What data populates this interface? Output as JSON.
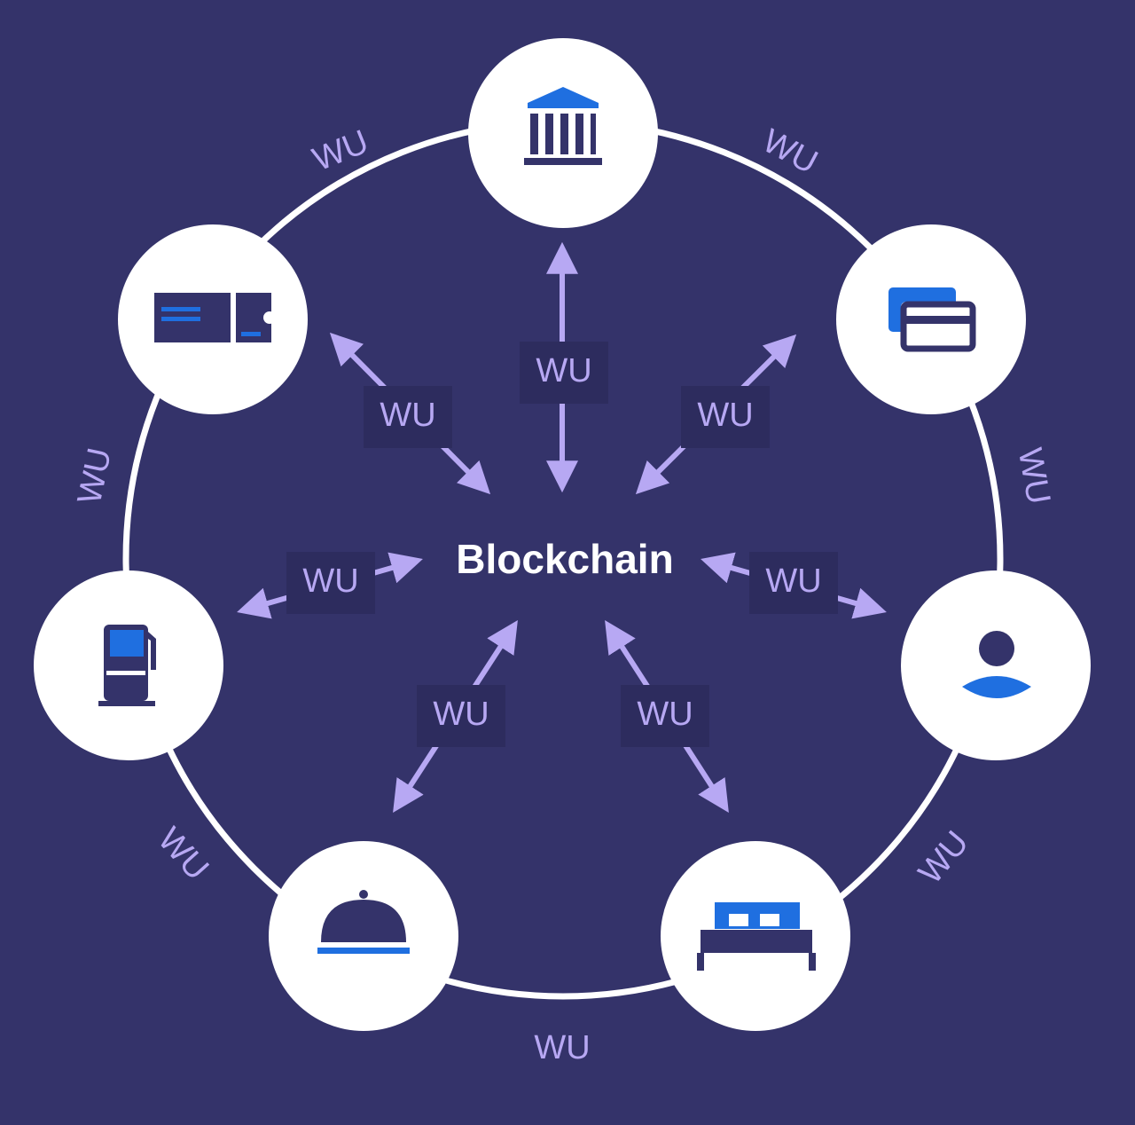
{
  "center_label": "Blockchain",
  "token_label": "WU",
  "nodes": [
    {
      "name": "bank",
      "icon": "bank-icon"
    },
    {
      "name": "credit-cards",
      "icon": "credit-cards-icon"
    },
    {
      "name": "user",
      "icon": "user-icon"
    },
    {
      "name": "hotel-bed",
      "icon": "bed-icon"
    },
    {
      "name": "restaurant",
      "icon": "cloche-icon"
    },
    {
      "name": "fuel-station",
      "icon": "fuel-pump-icon"
    },
    {
      "name": "ticket",
      "icon": "ticket-icon"
    }
  ],
  "colors": {
    "background": "#34336a",
    "ring": "#ffffff",
    "node_fill": "#ffffff",
    "arrow": "#b7a8f3",
    "label_box": "#2d2c5e",
    "icon_dark": "#34336a",
    "icon_accent": "#1f6fe0",
    "center_text": "#ffffff"
  }
}
